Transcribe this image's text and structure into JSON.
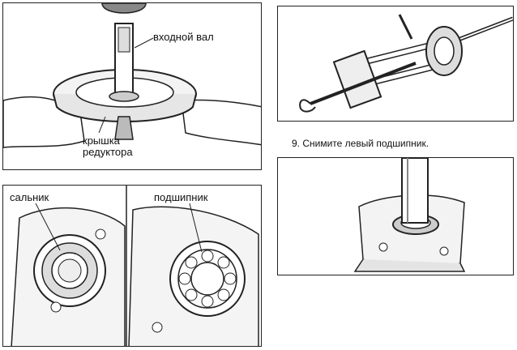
{
  "figure1": {
    "label_shaft": "входной вал",
    "label_cover_line1": "крышка",
    "label_cover_line2": "редуктора",
    "icon": "input-shaft-reducer-cover-illustration"
  },
  "figure2": {
    "label_seal": "сальник",
    "label_bearing": "подшипник",
    "icon": "seal-and-bearing-illustration"
  },
  "figure3": {
    "icon": "bearing-puller-illustration"
  },
  "step9": {
    "text": "9. Снимите левый подшипник."
  },
  "figure4": {
    "icon": "left-bearing-removal-illustration"
  }
}
